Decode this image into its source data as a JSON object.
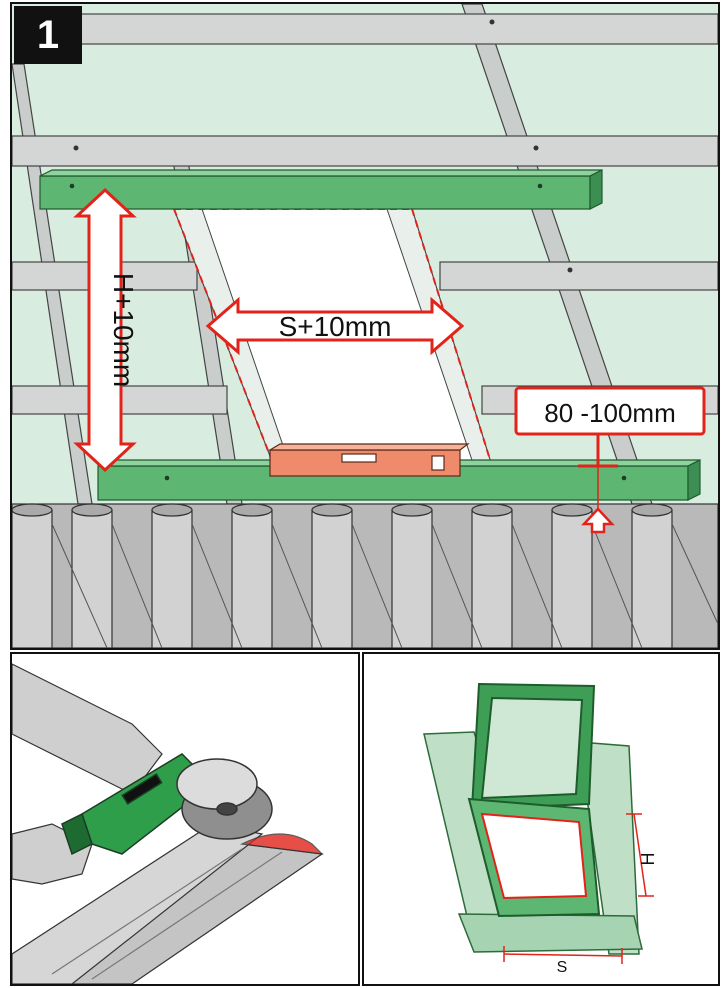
{
  "step_number": "1",
  "labels": {
    "width_clearance": "S+10mm",
    "height_clearance": "H+10mm",
    "batten_gap": "80 -100mm",
    "dim_h": "H",
    "dim_s": "S"
  },
  "colors": {
    "roof_membrane": "#d9ece0",
    "batten": "#58b06c",
    "tile": "#b9b9b9",
    "highlight_red": "#e2231a",
    "level_tool": "#ef8a6a",
    "grinder_body": "#2e9e4b"
  }
}
